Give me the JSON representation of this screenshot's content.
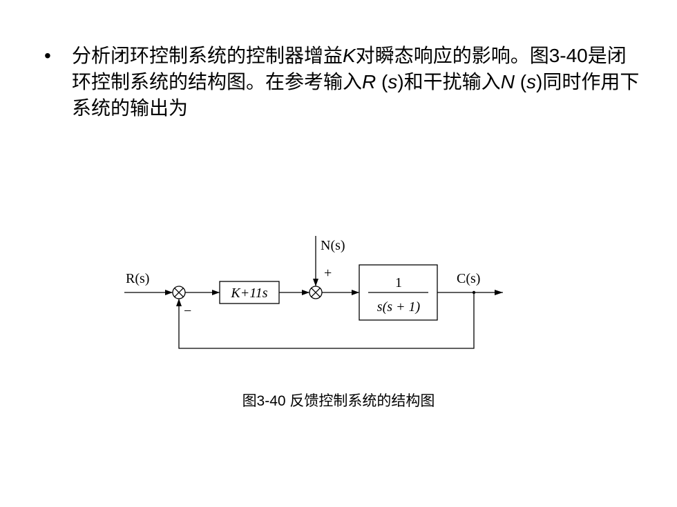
{
  "bullet": {
    "symbol": "•",
    "p1": "分析闭环控制系统的控制器增益",
    "var_k": "K",
    "p2": "对瞬态响应的影响。图3-40是闭环控制系统的结构图。在参考输入",
    "var_r": "R",
    "p3": " (",
    "var_s1": "s",
    "p4": ")和干扰输入",
    "var_n": "N",
    "p5": " (",
    "var_s2": "s",
    "p6": ")同时作用下系统的输出为"
  },
  "diagram": {
    "input_label": "R(s)",
    "disturbance_label": "N(s)",
    "output_label": "C(s)",
    "controller_block": "K+11s",
    "plant_numerator": "1",
    "plant_denominator": "s(s + 1)",
    "sign_plus": "+",
    "sign_minus": "−"
  },
  "caption": "图3-40  反馈控制系统的结构图"
}
